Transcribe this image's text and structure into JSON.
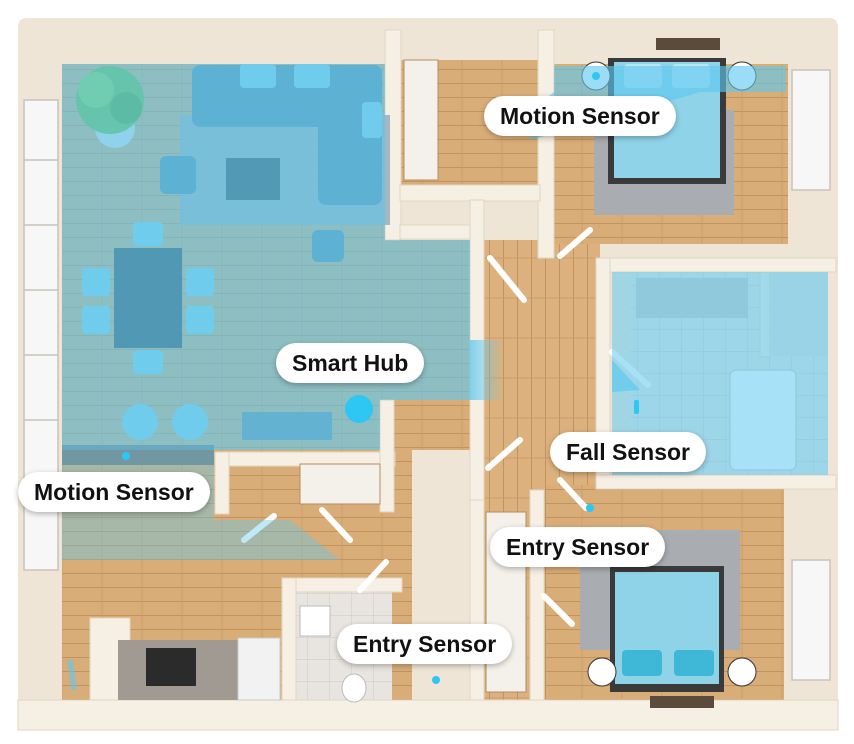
{
  "labels": {
    "motion_bedroom": "Motion Sensor",
    "motion_living": "Motion Sensor",
    "smart_hub": "Smart Hub",
    "fall_sensor": "Fall Sensor",
    "entry_bedroom": "Entry Sensor",
    "entry_front": "Entry Sensor"
  },
  "colors": {
    "coverage": "#5ec8f0",
    "floor": "#d9ad78",
    "wall": "#f3eadc",
    "sofa": "#5c8ea6",
    "hub": "#2ec6f2"
  }
}
